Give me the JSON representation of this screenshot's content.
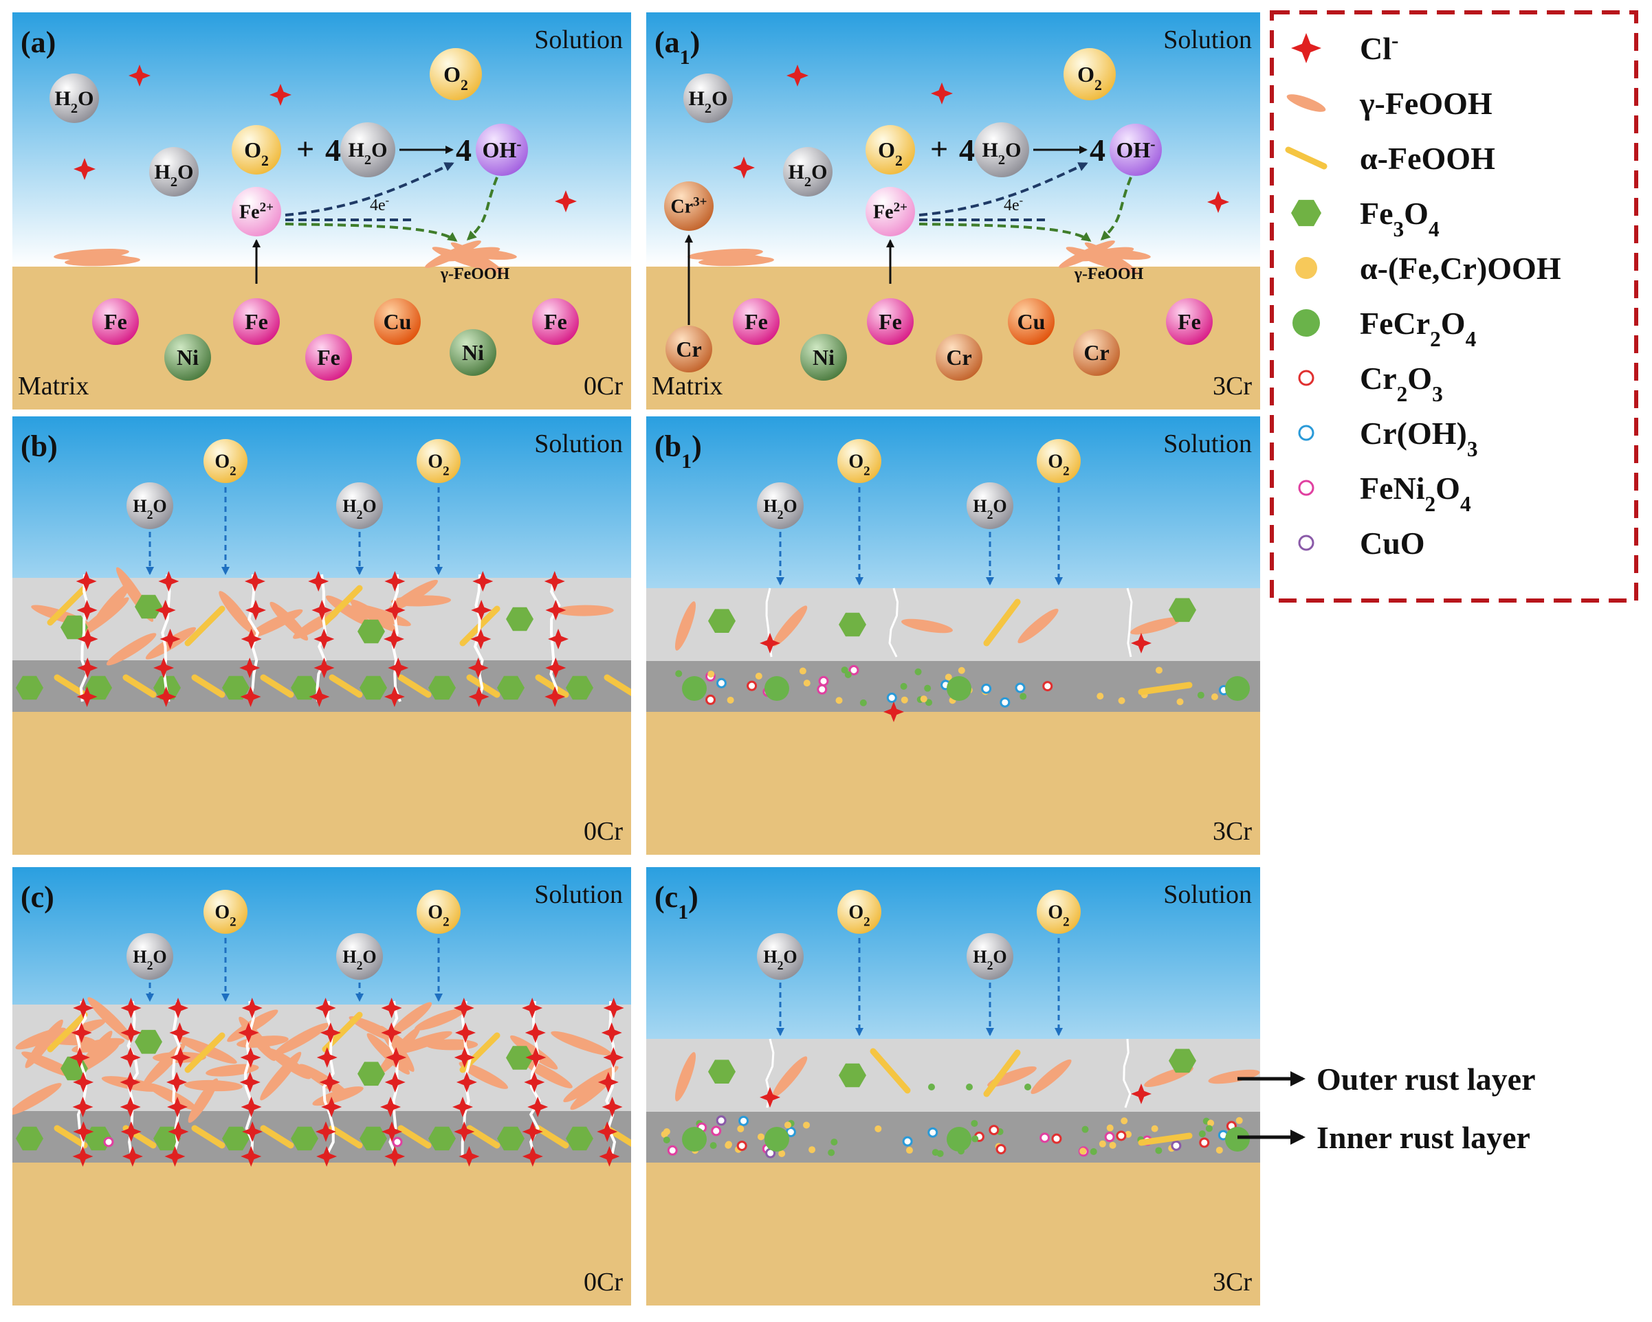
{
  "panels": [
    {
      "id": "a",
      "label": "(a)",
      "sub": "",
      "solution": "Solution",
      "matrix": "Matrix",
      "alloy": "0Cr"
    },
    {
      "id": "a1",
      "label": "(a",
      "sub": "1",
      "solution": "Solution",
      "matrix": "Matrix",
      "alloy": "3Cr"
    },
    {
      "id": "b",
      "label": "(b)",
      "sub": "",
      "solution": "Solution",
      "alloy": "0Cr"
    },
    {
      "id": "b1",
      "label": "(b",
      "sub": "1",
      "solution": "Solution",
      "alloy": "3Cr"
    },
    {
      "id": "c",
      "label": "(c)",
      "sub": "",
      "solution": "Solution",
      "alloy": "0Cr"
    },
    {
      "id": "c1",
      "label": "(c",
      "sub": "1",
      "solution": "Solution",
      "alloy": "3Cr"
    }
  ],
  "reaction": {
    "o2": "O",
    "o2_sub": "2",
    "plus": "+",
    "coef_h2o": "4",
    "h2o": "H",
    "h2o_sub": "2",
    "h2o_end": "O",
    "coef_oh": "4",
    "oh": "OH",
    "oh_sup": "-",
    "electrons": "4e",
    "electrons_sup": "-",
    "product": "γ-FeOOH"
  },
  "species": {
    "h2o": "H",
    "h2o_sub": "2",
    "h2o_end": "O",
    "o2": "O",
    "o2_sub": "2",
    "fe2": "Fe",
    "fe2_sup": "2+",
    "cr3": "Cr",
    "cr3_sup": "3+"
  },
  "atoms": {
    "fe": "Fe",
    "ni": "Ni",
    "cu": "Cu",
    "cr": "Cr"
  },
  "legend": [
    {
      "key": "cl",
      "parts": [
        [
          "Cl",
          ""
        ],
        [
          "-",
          "sup"
        ]
      ],
      "color": "#e02020",
      "shape": "star"
    },
    {
      "key": "gamma",
      "parts": [
        [
          "γ-FeOOH",
          ""
        ]
      ],
      "color": "#f4a47a",
      "shape": "ellipse"
    },
    {
      "key": "alpha",
      "parts": [
        [
          "α-FeOOH",
          ""
        ]
      ],
      "color": "#f5c542",
      "shape": "rod"
    },
    {
      "key": "fe3o4",
      "parts": [
        [
          "Fe",
          ""
        ],
        [
          "3",
          "sub"
        ],
        [
          "O",
          ""
        ],
        [
          "4",
          "sub"
        ]
      ],
      "color": "#70b244",
      "shape": "hexagon"
    },
    {
      "key": "afecr",
      "parts": [
        [
          "α-(Fe,Cr)OOH",
          ""
        ]
      ],
      "color": "#f7c95a",
      "shape": "dot"
    },
    {
      "key": "fecr2o4",
      "parts": [
        [
          "FeCr",
          ""
        ],
        [
          "2",
          "sub"
        ],
        [
          "O",
          ""
        ],
        [
          "4",
          "sub"
        ]
      ],
      "color": "#6ab34a",
      "shape": "disc"
    },
    {
      "key": "cr2o3",
      "parts": [
        [
          "Cr",
          ""
        ],
        [
          "2",
          "sub"
        ],
        [
          "O",
          ""
        ],
        [
          "3",
          "sub"
        ]
      ],
      "color": "#e03030",
      "shape": "ring"
    },
    {
      "key": "croh3",
      "parts": [
        [
          "Cr(OH)",
          ""
        ],
        [
          "3",
          "sub"
        ]
      ],
      "color": "#2a9ad8",
      "shape": "ring"
    },
    {
      "key": "feni2o4",
      "parts": [
        [
          "FeNi",
          ""
        ],
        [
          "2",
          "sub"
        ],
        [
          "O",
          ""
        ],
        [
          "4",
          "sub"
        ]
      ],
      "color": "#e040a0",
      "shape": "ring"
    },
    {
      "key": "cuo",
      "parts": [
        [
          "CuO",
          ""
        ]
      ],
      "color": "#8a5aa8",
      "shape": "ring"
    }
  ],
  "layer_labels": {
    "outer": "Outer rust layer",
    "inner": "Inner rust layer"
  }
}
